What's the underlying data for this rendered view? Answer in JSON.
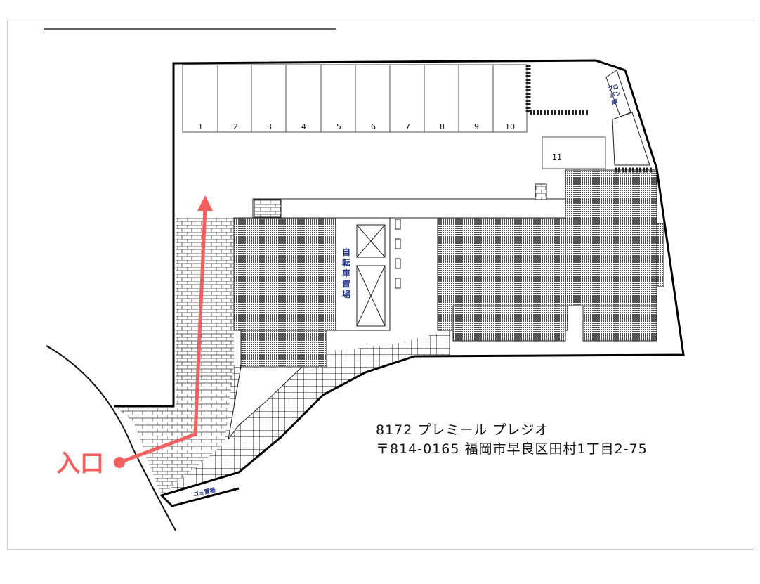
{
  "parking_spots": [
    "1",
    "2",
    "3",
    "4",
    "5",
    "6",
    "7",
    "8",
    "9",
    "10"
  ],
  "parking_spot_extra": "11",
  "labels": {
    "propane": [
      "プロ",
      "パン",
      "庫"
    ],
    "bicycle": [
      "自",
      "転",
      "車",
      "置",
      "場"
    ],
    "garbage": "ゴミ置場",
    "entrance": "入口"
  },
  "address": {
    "line1": "8172  プレミール  プレジオ",
    "line2": "〒814-0165  福岡市早良区田村1丁目2-75"
  },
  "colors": {
    "entrance_arrow": "#f26060",
    "label_text": "#1a2f8a"
  }
}
